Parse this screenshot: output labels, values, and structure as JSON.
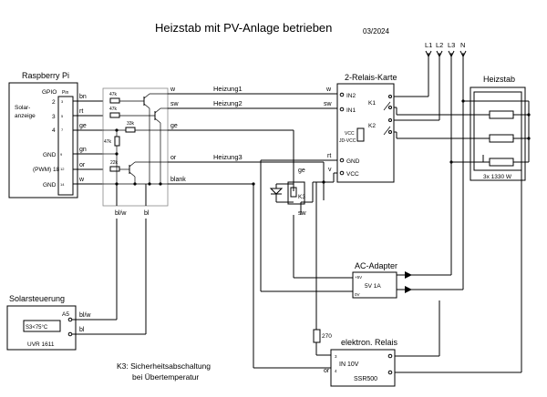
{
  "title": "Heizstab mit PV-Anlage betrieben",
  "date": "03/2024",
  "raspberry": {
    "title": "Raspberry Pi",
    "gpio": "GPIO",
    "pin": "Pin",
    "solar_line1": "Solar-",
    "solar_line2": "anzeige",
    "pins": [
      "2",
      "3",
      "4",
      "GND",
      "(PWM) 18",
      "GND"
    ]
  },
  "wires_left": [
    "bn",
    "rt",
    "ge",
    "gn",
    "or",
    "w"
  ],
  "resistors": [
    "47k",
    "47k",
    "33k",
    "47k",
    "22k"
  ],
  "wires_mid": [
    "w",
    "sw",
    "ge",
    "or",
    "blank"
  ],
  "heizung": [
    "Heizung1",
    "Heizung2",
    "Heizung3"
  ],
  "cable_labels": {
    "blw": "bl/w",
    "bl": "bl"
  },
  "relay_card": {
    "title": "2-Relais-Karte",
    "in2_wire": "w",
    "in1_wire": "sw",
    "in2": "IN2",
    "in1": "IN1",
    "k1": "K1",
    "k2": "K2",
    "vcc": "VCC",
    "jdvcc": "JD-VCC",
    "gnd": "GND",
    "vcc2": "VCC",
    "gnd_wire": "rt",
    "vcc_wire": "v"
  },
  "phases": [
    "L1",
    "L2",
    "L3",
    "N"
  ],
  "heizstab": {
    "title": "Heizstab",
    "power": "3x 1330 W"
  },
  "k3": {
    "label": "K3",
    "ge": "ge",
    "sw": "sw"
  },
  "ac_adapter": {
    "title": "AC-Adapter",
    "plus": "+5V",
    "value": "5V 1A",
    "zero": "0V"
  },
  "resistor_270": "270",
  "ssr": {
    "title": "elektron. Relais",
    "p3": "3",
    "p4": "4",
    "in": "IN 10V",
    "model": "SSR500",
    "or_wire": "or"
  },
  "solar_control": {
    "title": "Solarsteuerung",
    "a5": "A5",
    "condition": "S3<75°C",
    "model": "UVR 1611",
    "wire_blw": "bl/w",
    "wire_bl": "bl"
  },
  "k3_note_line1": "K3: Sicherheitsabschaltung",
  "k3_note_line2": "bei Übertemperatur"
}
